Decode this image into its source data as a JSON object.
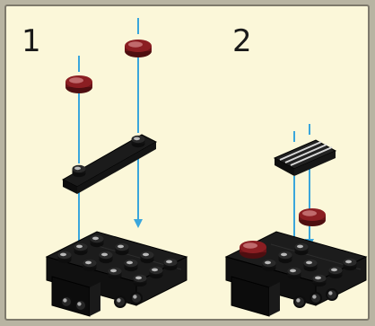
{
  "steps": [
    {
      "number": "1"
    },
    {
      "number": "2"
    }
  ],
  "colors": {
    "background": "#fbf7d9",
    "border": "#7e7a6c",
    "arrow": "#3aa6dc",
    "brick": "#161616",
    "stud_highlight": "#b9b9b9",
    "red_tile": "#8b1e22"
  },
  "parts": {
    "step1": [
      "red-round-tile",
      "red-round-tile",
      "black-plate-1x2-two-studs",
      "black-brick-2x4-with-bracket"
    ],
    "step2": [
      "grille-tile",
      "red-round-tile",
      "red-round-tile",
      "black-brick-2x4-with-bracket"
    ]
  }
}
